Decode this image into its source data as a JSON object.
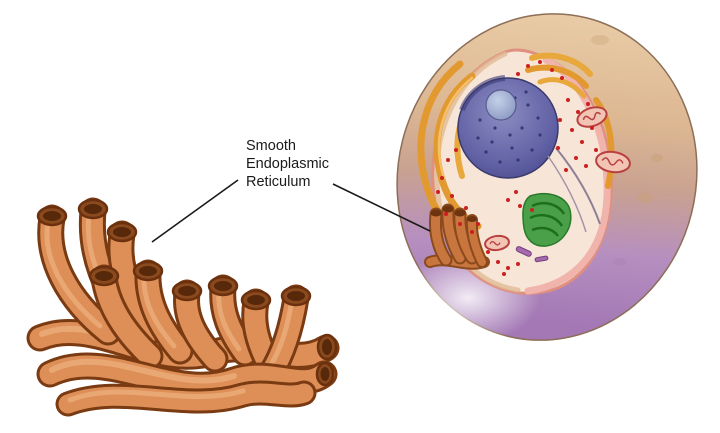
{
  "figure": {
    "type": "biology-cell-diagram",
    "label": {
      "line1": "Smooth",
      "line2": "Endoplasmic",
      "line3": "Reticulum"
    }
  },
  "colors": {
    "background": "#ffffff",
    "er_tube_fill": "#dd8f57",
    "er_tube_outline": "#7a3a12",
    "er_tube_highlight": "#ecad7c",
    "er_opening_rim": "#8a4a1e",
    "er_opening_hole": "#57280a",
    "cell_membrane_top": "#ebd0ab",
    "cell_membrane_bottom": "#a378b5",
    "cytoplasm": "#f7e6d7",
    "nucleus": "#50509a",
    "nucleolus": "#a8b4d6",
    "er_arcs_orange": "#e2992f",
    "golgi_green": "#49a049",
    "mitochondria_red": "#b84040",
    "ribosome_red": "#cc1f1f",
    "leader_line": "#1a1a1a",
    "label_text": "#1a1a1a"
  }
}
